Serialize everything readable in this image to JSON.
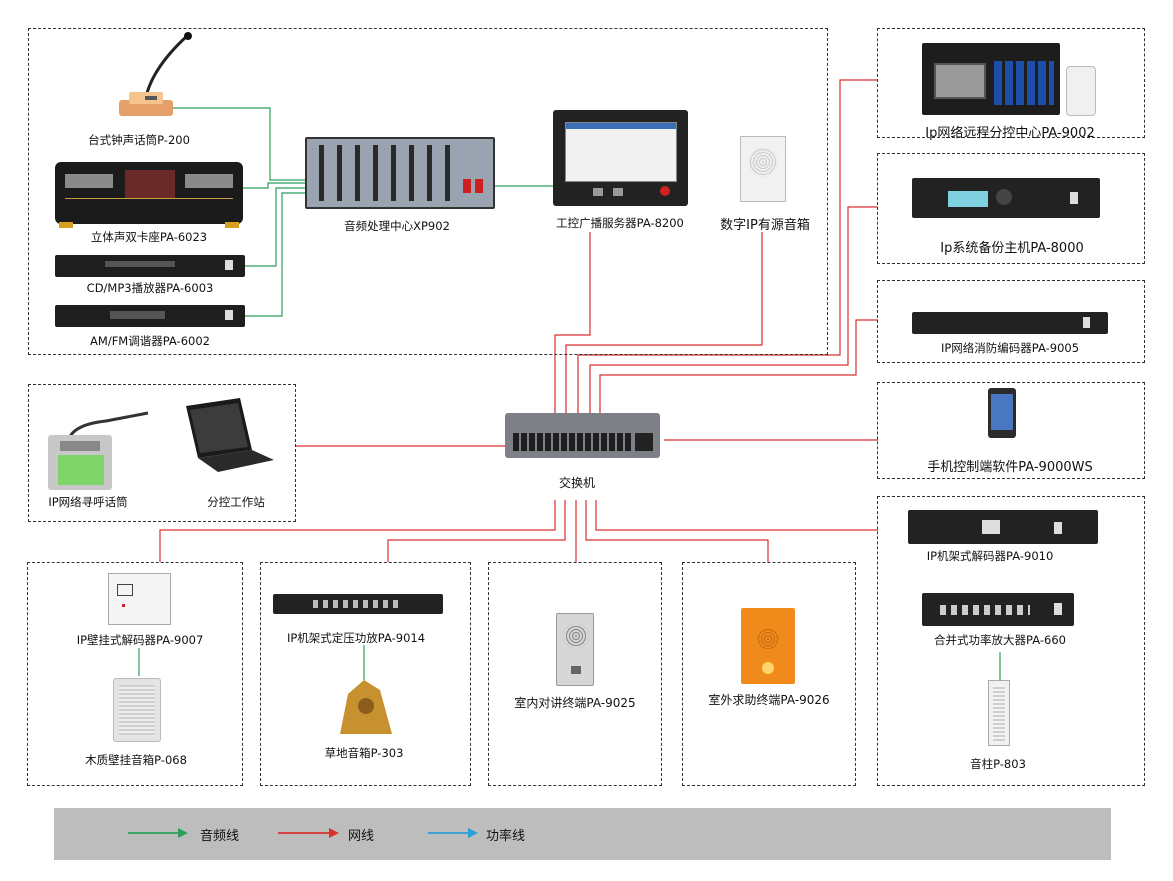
{
  "nodes": {
    "mic_p200": "台式钟声话筒P-200",
    "cassette": "立体声双卡座PA-6023",
    "cdmp3": "CD/MP3播放器PA-6003",
    "amfm": "AM/FM调谐器PA-6002",
    "xp902": "音频处理中心XP902",
    "server": "工控广播服务器PA-8200",
    "ip_speaker": "数字IP有源音箱",
    "remote_center": "Ip网络远程分控中心PA-9002",
    "backup_host": "Ip系统备份主机PA-8000",
    "fire_encoder": "IP网络消防编码器PA-9005",
    "mobile_app": "手机控制端软件PA-9000WS",
    "rack_decoder": "IP机架式解码器PA-9010",
    "amplifier": "合并式功率放大器PA-660",
    "column_speaker": "音柱P-803",
    "switch": "交换机",
    "ip_mic": "IP网络寻呼话筒",
    "workstation": "分控工作站",
    "wall_decoder": "IP壁挂式解码器PA-9007",
    "wood_speaker": "木质壁挂音箱P-068",
    "rack_amp": "IP机架式定压功放PA-9014",
    "lawn_speaker": "草地音箱P-303",
    "indoor_intercom": "室内对讲终端PA-9025",
    "outdoor_help": "室外求助终端PA-9026"
  },
  "legend": {
    "audio": "音频线",
    "network": "网线",
    "power": "功率线"
  },
  "colors": {
    "audio_line": "#2e9e5b",
    "network_line": "#d93030",
    "power_line": "#2a9fd8"
  }
}
